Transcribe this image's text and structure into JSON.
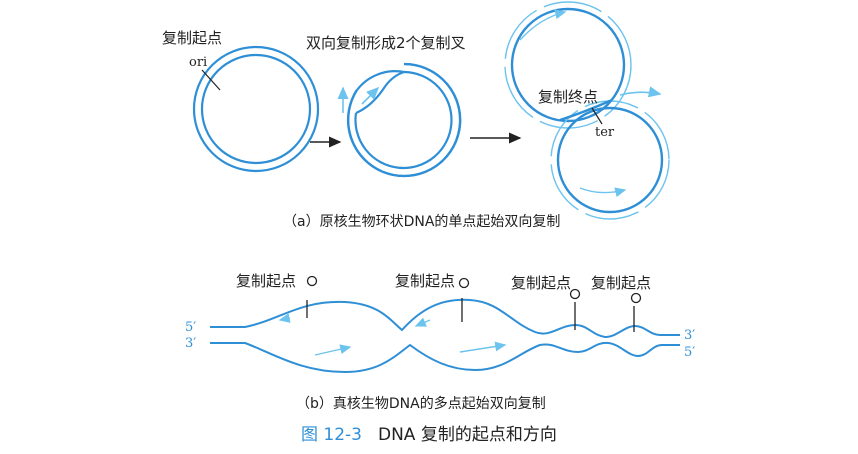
{
  "panel_a": {
    "origin_label": "复制起点",
    "ori_label": "ori",
    "fork_label": "双向复制形成2个复制叉",
    "terminus_label": "复制终点",
    "ter_label": "ter",
    "caption": "（a）原核生物环状DNA的单点起始双向复制"
  },
  "panel_b": {
    "origins": [
      "复制起点",
      "复制起点",
      "复制起点",
      "复制起点"
    ],
    "strand_labels": {
      "top_left": "5′",
      "bottom_left": "3′",
      "top_right": "3′",
      "bottom_right": "5′"
    },
    "caption": "（b）真核生物DNA的多点起始双向复制"
  },
  "figure": {
    "number": "图 12-3",
    "title": "DNA 复制的起点和方向"
  },
  "colors": {
    "dna_blue": "#2f8fd6",
    "light_blue": "#6cc3ee",
    "text": "#222222",
    "figure_number": "#2f8fd6"
  }
}
